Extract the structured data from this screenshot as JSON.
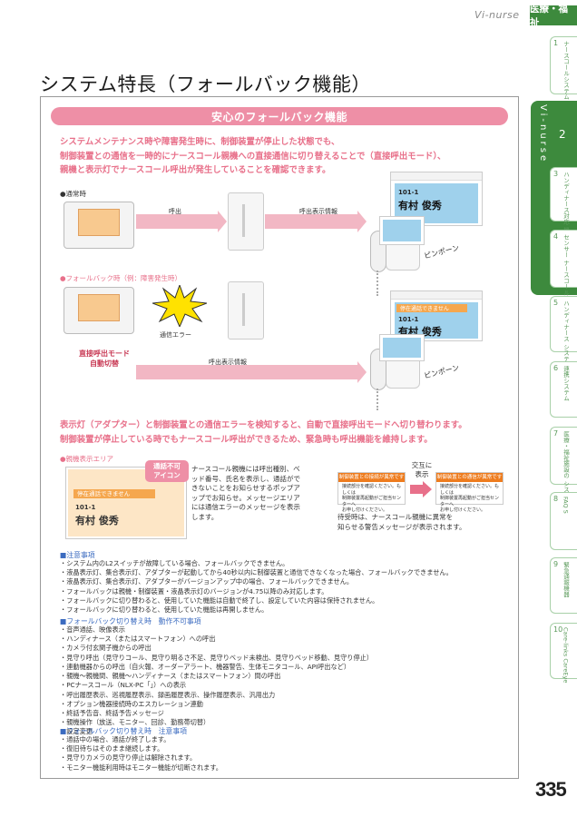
{
  "header": {
    "brand": "Vi-nurse",
    "category": "医療・福祉"
  },
  "side_tabs": [
    {
      "num": "1",
      "label": "ナースコールシステム\n導入のポイント"
    },
    {
      "num": "3",
      "label": "ハンディナース対応\n機器接続イメージ"
    },
    {
      "num": "4",
      "label": "センサー\nナースコール連携"
    },
    {
      "num": "5",
      "label": "ハンディナース\nシステム"
    },
    {
      "num": "6",
      "label": "連携システム"
    },
    {
      "num": "7",
      "label": "医療・福祉施設の\nシステム"
    },
    {
      "num": "8",
      "label": "FAQ\nS"
    },
    {
      "num": "9",
      "label": "緊急通報機器"
    },
    {
      "num": "10",
      "label": "Care-links\nCareEye"
    }
  ],
  "active_tab": {
    "label": "Vi-nurse",
    "num": "2"
  },
  "page_number": "335",
  "page_title": "システム特長（フォールバック機能）",
  "section_band": "安心のフォールバック機能",
  "lead_text": [
    "システムメンテナンス時や障害発生時に、制御装置が停止した状態でも、",
    "制御装置との通信を一時的にナースコール親機への直接通信に切り替えることで（直接呼出モード）、",
    "親機と表示灯でナースコール呼出が発生していることを確認できます。"
  ],
  "normal": {
    "label": "●通常時",
    "call": "呼出",
    "info": "呼出表示情報",
    "sound": "ピンポーン",
    "display": {
      "room": "101-1",
      "name": "有村 俊秀"
    }
  },
  "fallback": {
    "label": "●フォールバック時（例：障害発生時）",
    "error": "通信エラー",
    "direct": "直接呼出モード\n自動切替",
    "info": "呼出表示情報",
    "sound": "ピンポーン",
    "display": {
      "warn": "停在通話できません",
      "room": "101-1",
      "name": "有村 俊秀"
    }
  },
  "summary_text": [
    "表示灯（アダプター）と制御装置との通信エラーを検知すると、自動で直接呼出モードへ切り替わります。",
    "制御装置が停止している時でもナースコール呼出ができるため、緊急時も呼出機能を維持します。"
  ],
  "display_area": {
    "label": "●親機表示エリア",
    "bubble": "通話不可\nアイコン",
    "warn": "停在通話できません",
    "room": "101-1",
    "name": "有村 俊秀",
    "callout": "ナースコール親機には呼出種別、ベッド番号、氏名を表示し、通話ができないことをお知らせするポップアップでお知らせ。メッセージエリアには通信エラーのメッセージを表示します。",
    "alternate": "交互に\n表示",
    "warn_title_a": "制御装置との接続が異常です",
    "warn_title_b": "制御装置との通信が異常です",
    "warn_body": "接続部分を確認ください。もしくは\n制御装置再起動がご担当センターへ\nお申し付けください。",
    "standby": "待受時は、ナースコール親機に異常を\n知らせる警告メッセージが表示されます。"
  },
  "notes": {
    "heading": "■注意事項",
    "items": [
      "・システム内のL2スイッチが故障している場合、フォールバックできません。",
      "・液晶表示灯、集合表示灯、アダプターが起動してから40秒以内に制御装置と通信できなくなった場合、フォールバックできません。",
      "・液晶表示灯、集合表示灯、アダプターがバージョンアップ中の場合、フォールバックできません。",
      "・フォールバックは親機・制御装置・液晶表示灯のバージョンが4.75以降のみ対応します。",
      "・フォールバックに切り替わると、使用していた機能は自動で終了し、設定していた内容は保持されません。",
      "・フォールバックに切り替わると、使用していた機能は再開しません。"
    ]
  },
  "unavailable": {
    "heading": "■フォールバック切り替え時　動作不可事項",
    "items": [
      "・音声通話、映像表示",
      "・ハンディナース（またはスマートフォン）への呼出",
      "・カメラ付玄関子機からの呼出",
      "・見守り呼出（見守りコール、見守り明るさ不足、見守りベッド未検出、見守りベッド移動、見守り停止）",
      "・連動機器からの呼出（自火報、オーダーアラート、機器警告、生体モニタコール、API呼出など）",
      "・親機～親機間、親機～ハンディナース（またはスマートフォン）間の呼出",
      "・PCナースコール（NLX-PC「」）への表示",
      "・呼出履歴表示、巡視履歴表示、録画履歴表示、操作履歴表示、汎用出力",
      "・オプション機器接続時のエスカレーション連動",
      "・終話予告音、終話予告メッセージ",
      "・親機操作（放送、モニター、回診、勤務帯切替）",
      "・設定変更"
    ]
  },
  "caution": {
    "heading": "■フォールバック切り替え時　注意事項",
    "items": [
      "・通話中の場合、通話が終了します。",
      "・復旧待ちはそのまま継続します。",
      "・見守りカメラの見守り停止は解除されます。",
      "・モニター機能利用時はモニター機能が切断されます。"
    ]
  },
  "colors": {
    "green": "#3d8a3d",
    "pink": "#ee8fa6",
    "pink_text": "#e8708a",
    "orange": "#f5a74e",
    "note_blue": "#3b6bc0"
  }
}
